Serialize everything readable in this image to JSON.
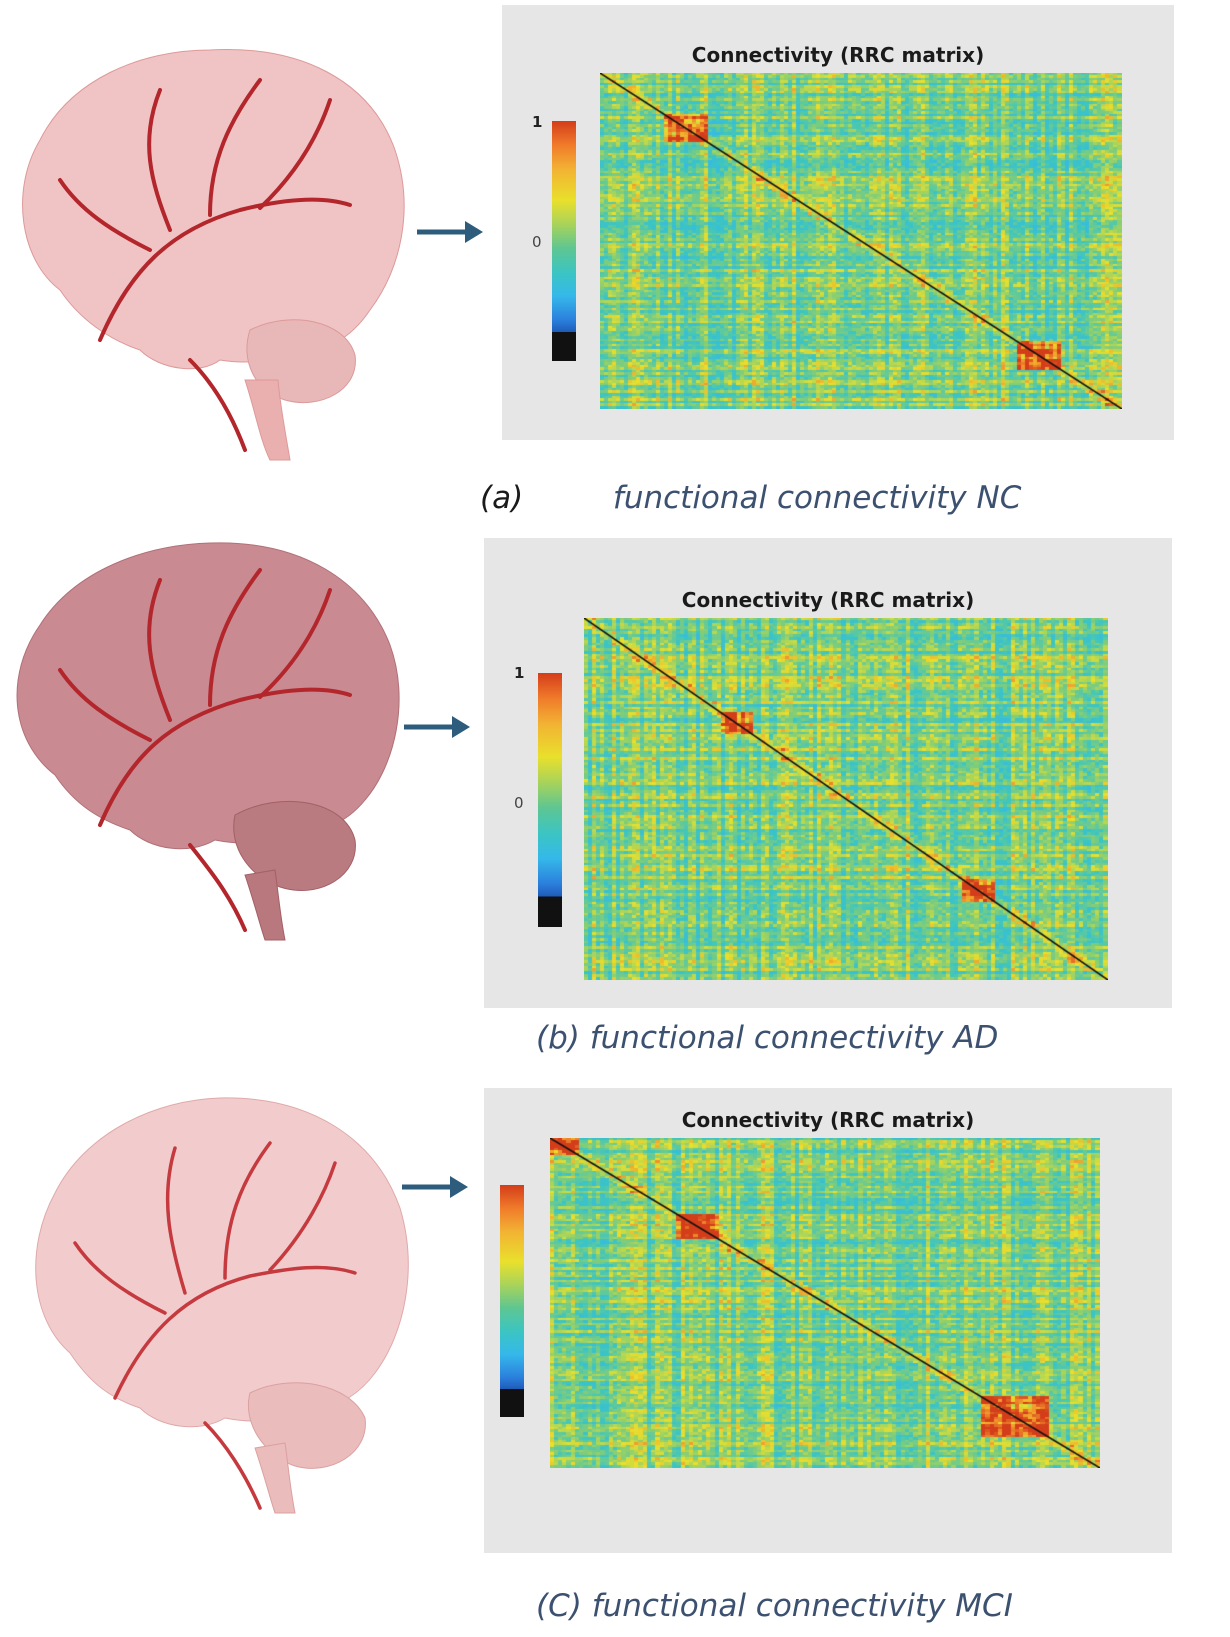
{
  "panels": [
    {
      "id": "a",
      "matrix_title": "Connectivity (RRC matrix)",
      "colorbar_ticks": {
        "top": "1",
        "mid": "0"
      },
      "caption_letter": "(a)",
      "caption_text": "functional connectivity NC",
      "brain_tone": "#f0c4c4"
    },
    {
      "id": "b",
      "matrix_title": "Connectivity (RRC matrix)",
      "colorbar_ticks": {
        "top": "1",
        "mid": "0"
      },
      "caption_letter": "(b)",
      "caption_text": "functional connectivity AD",
      "brain_tone": "#c98a91"
    },
    {
      "id": "c",
      "matrix_title": "Connectivity (RRC matrix)",
      "colorbar_ticks": {
        "top": "",
        "mid": ""
      },
      "caption_letter": "(C)",
      "caption_text": "functional connectivity MCI",
      "brain_tone": "#f2cccc"
    }
  ],
  "colors": {
    "arrow": "#2e5c7d",
    "caption": "#3c5170",
    "vessel": "#b3262c",
    "matrix_bg": "#e6e6e6"
  }
}
